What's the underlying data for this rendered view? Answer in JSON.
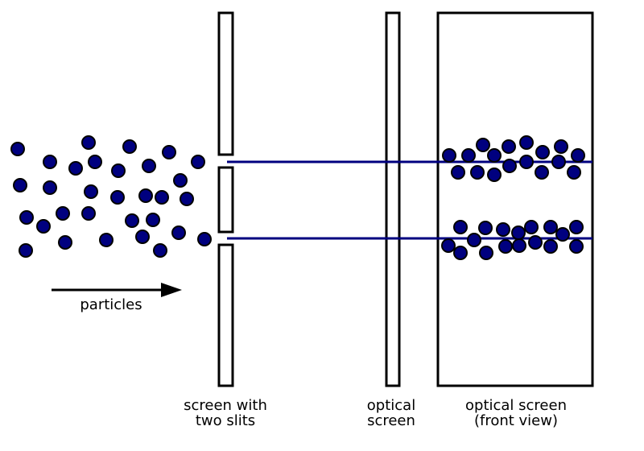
{
  "labels": {
    "particles": "particles",
    "slit_screen_line1": "screen with",
    "slit_screen_line2": "two slits",
    "optical_screen_line1": "optical",
    "optical_screen_line2": "screen",
    "front_view_line1": "optical screen",
    "front_view_line2": "(front view)"
  },
  "colors": {
    "particle_fill": "#00007f",
    "beam_line": "#00007f",
    "outline": "#000000"
  }
}
